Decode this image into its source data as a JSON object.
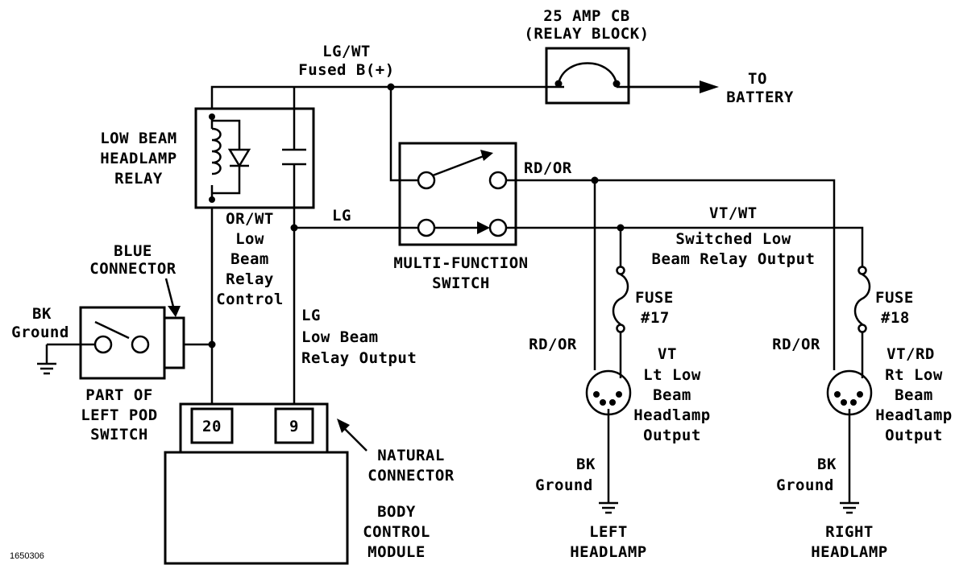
{
  "diagram_id": "1650306",
  "labels": {
    "cb_title": "25 AMP CB",
    "cb_sub": "(RELAY BLOCK)",
    "fused_wire": "LG/WT",
    "fused_label": "Fused B(+)",
    "to": "TO",
    "battery": "BATTERY",
    "relay_l1": "LOW BEAM",
    "relay_l2": "HEADLAMP",
    "relay_l3": "RELAY",
    "rdor_top": "RD/OR",
    "vtwt": "VT/WT",
    "switched_l1": "Switched Low",
    "switched_l2": "Beam Relay Output",
    "lg_top": "LG",
    "orwt": "OR/WT",
    "ctrl_l1": "Low",
    "ctrl_l2": "Beam",
    "ctrl_l3": "Relay",
    "ctrl_l4": "Control",
    "mfs_l1": "MULTI-FUNCTION",
    "mfs_l2": "SWITCH",
    "blue_l1": "BLUE",
    "blue_l2": "CONNECTOR",
    "bk": "BK",
    "ground": "Ground",
    "pod_l1": "PART OF",
    "pod_l2": "LEFT POD",
    "pod_l3": "SWITCH",
    "lg_out": "LG",
    "out_l1": "Low Beam",
    "out_l2": "Relay Output",
    "pin_20": "20",
    "pin_9": "9",
    "nat_l1": "NATURAL",
    "nat_l2": "CONNECTOR",
    "bcm_l1": "BODY",
    "bcm_l2": "CONTROL",
    "bcm_l3": "MODULE",
    "fuse": "FUSE",
    "fuse17": "#17",
    "fuse18": "#18",
    "rdor_left": "RD/OR",
    "rdor_right": "RD/OR",
    "vt": "VT",
    "lt_l1": "Lt Low",
    "lt_l2": "Beam",
    "lt_l3": "Headlamp",
    "lt_l4": "Output",
    "vtrd": "VT/RD",
    "rt_l1": "Rt Low",
    "rt_l2": "Beam",
    "rt_l3": "Headlamp",
    "rt_l4": "Output",
    "bk_l": "BK",
    "ground_l": "Ground",
    "bk_r": "BK",
    "ground_r": "Ground",
    "left": "LEFT",
    "left_hl": "HEADLAMP",
    "right": "RIGHT",
    "right_hl": "HEADLAMP"
  }
}
